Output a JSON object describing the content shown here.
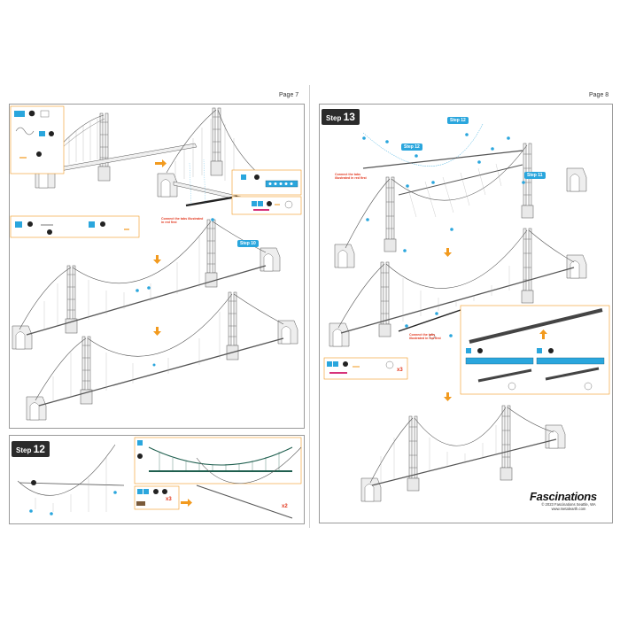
{
  "page_left": {
    "page_label": "Page 7",
    "step10_label": "Step 10",
    "connect_note": "Connect the tabs illustrated in red first",
    "step12_label": "Step",
    "step12_number": "12",
    "step12_qty_x3": "x3",
    "step12_qty_x2": "x2"
  },
  "page_right": {
    "page_label": "Page 8",
    "step13_label": "Step",
    "step13_number": "13",
    "callout_step11": "Step 11",
    "callout_step12a": "Step 12",
    "callout_step12b": "Step 12",
    "connect_note": "Connect the tabs illustrated in red first",
    "connect_note2": "Connect the tabs illustrated in red first",
    "qty_x3": "x3",
    "brand": "Fascinations",
    "copyright": "© 2023 Fascinations Seattle, WA",
    "website": "www.metalearth.com"
  },
  "colors": {
    "accent": "#2aa6dd",
    "arrow": "#f29a1e",
    "note_red": "#e2381f",
    "part_pink": "#d6337a",
    "panel_border": "#9a9a9a"
  }
}
